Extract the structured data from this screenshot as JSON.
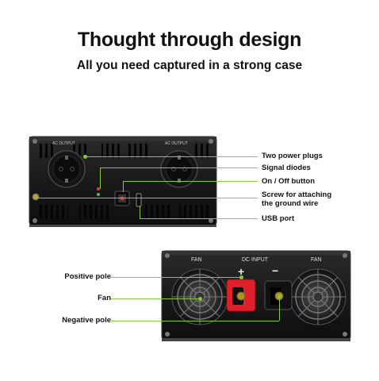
{
  "header": {
    "title": "Thought through design",
    "subtitle": "All you need captured in a strong case"
  },
  "top_device": {
    "socket_left_label": "AC OUTPUT",
    "socket_right_label": "AC OUTPUT",
    "callouts": [
      {
        "label": "Two power plugs"
      },
      {
        "label": "Signal diodes"
      },
      {
        "label": "On / Off button"
      },
      {
        "label": "Screw for attaching\nthe ground wire"
      },
      {
        "label": "USB port"
      }
    ]
  },
  "bottom_device": {
    "fan_left_label": "FAN",
    "input_label": "DC INPUT",
    "fan_right_label": "FAN",
    "plus_sign": "+",
    "minus_sign": "−",
    "callouts": [
      {
        "label": "Positive pole"
      },
      {
        "label": "Fan"
      },
      {
        "label": "Negative pole"
      }
    ]
  },
  "colors": {
    "accent_green": "#8cc63f",
    "positive_red": "#e0202a",
    "body_dark": "#1c1c1c"
  }
}
